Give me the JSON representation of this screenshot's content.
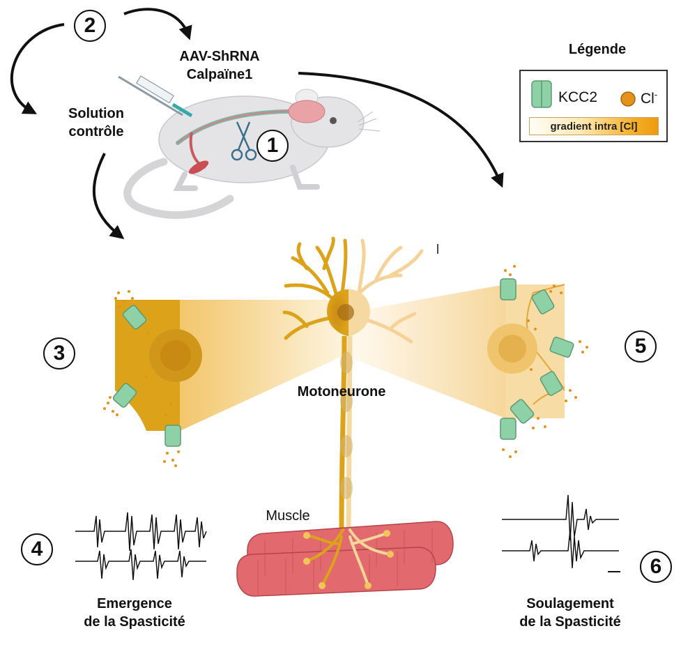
{
  "steps": {
    "one": "1",
    "two": "2",
    "three": "3",
    "four": "4",
    "five": "5",
    "six": "6"
  },
  "labels": {
    "aav_line1": "AAV-ShRNA",
    "aav_line2": "Calpaïne1",
    "control_line1": "Solution",
    "control_line2": "contrôle",
    "motoneuron": "Motoneurone",
    "muscle": "Muscle",
    "emergence_line1": "Emergence",
    "emergence_line2": "de la Spasticité",
    "relief_line1": "Soulagement",
    "relief_line2": "de la Spasticité"
  },
  "legend": {
    "title": "Légende",
    "kcc2": "KCC2",
    "chloride": "Cl",
    "chloride_sup": "-",
    "gradient": "gradient intra [Cl]"
  },
  "colors": {
    "neuron_dark": "#dca21a",
    "neuron_light": "#f6d9a0",
    "muscle": "#e26a6e",
    "kcc2": "#8fd1a6",
    "chloride": "#e3921c",
    "mouse": "#e3e3e6",
    "arrow": "#111111"
  },
  "icons": {
    "syringe": "syringe-icon",
    "scissors": "scissors-icon",
    "mouse": "mouse-illustration"
  }
}
